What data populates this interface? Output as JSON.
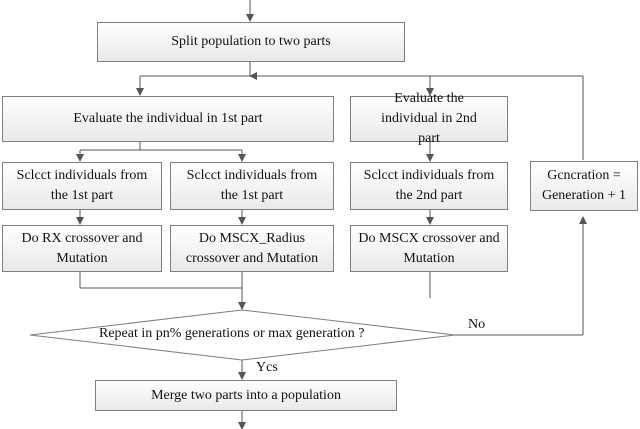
{
  "diagram": {
    "split": "Split population to two parts",
    "eval1": "Evaluate the individual in 1st part",
    "eval2": "Evaluate the individual in 2nd part",
    "select_a": "Sclcct individuals from the 1st part",
    "select_b": "Sclcct individuals from the 1st part",
    "select_c": "Sclcct individuals from the 2nd part",
    "cross_a": "Do RX crossover and Mutation",
    "cross_b": "Do MSCX_Radius crossover and Mutation",
    "cross_c": "Do MSCX crossover and Mutation",
    "generation": "Gcncration = Generation + 1",
    "decision": "Repeat in pn% generations or max generation ?",
    "no_label": "No",
    "yes_label": "Ycs",
    "merge": "Merge two parts into a population"
  }
}
